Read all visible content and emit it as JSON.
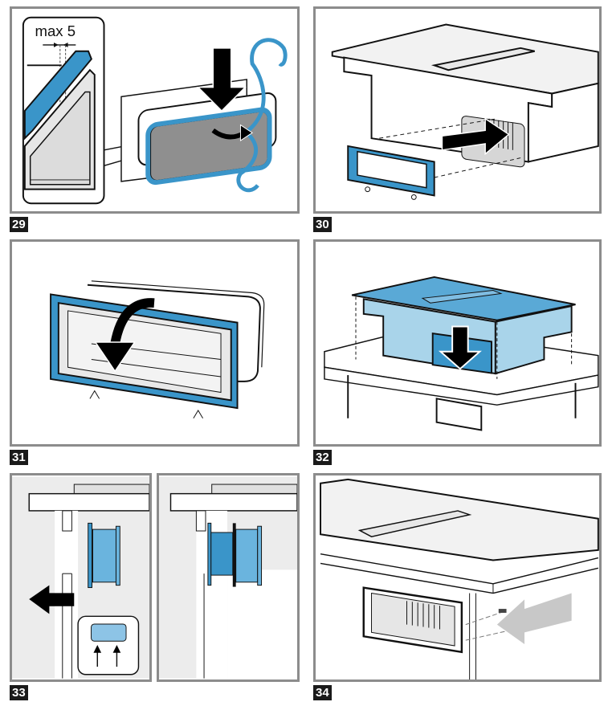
{
  "document": {
    "type": "installation-instructions-figures",
    "colors": {
      "accent_blue": "#3a95c9",
      "light_blue": "#a9d4ea",
      "frame_gray": "#8c8c8c",
      "badge_bg": "#1a1a1a"
    }
  },
  "figures": [
    {
      "number": "29",
      "annotation": "max 5",
      "description": "Seal strip applied around duct connector flange"
    },
    {
      "number": "30",
      "description": "Duct connector pushed into rear outlet of hob"
    },
    {
      "number": "31",
      "description": "Fold sealing frame over connector"
    },
    {
      "number": "32",
      "description": "Insert hob with connector into worktop cutout"
    },
    {
      "number": "33",
      "description": "Pull connector through cabinet wall; clips press in"
    },
    {
      "number": "34",
      "description": "Fasten connector frame to cabinet with screws"
    }
  ]
}
